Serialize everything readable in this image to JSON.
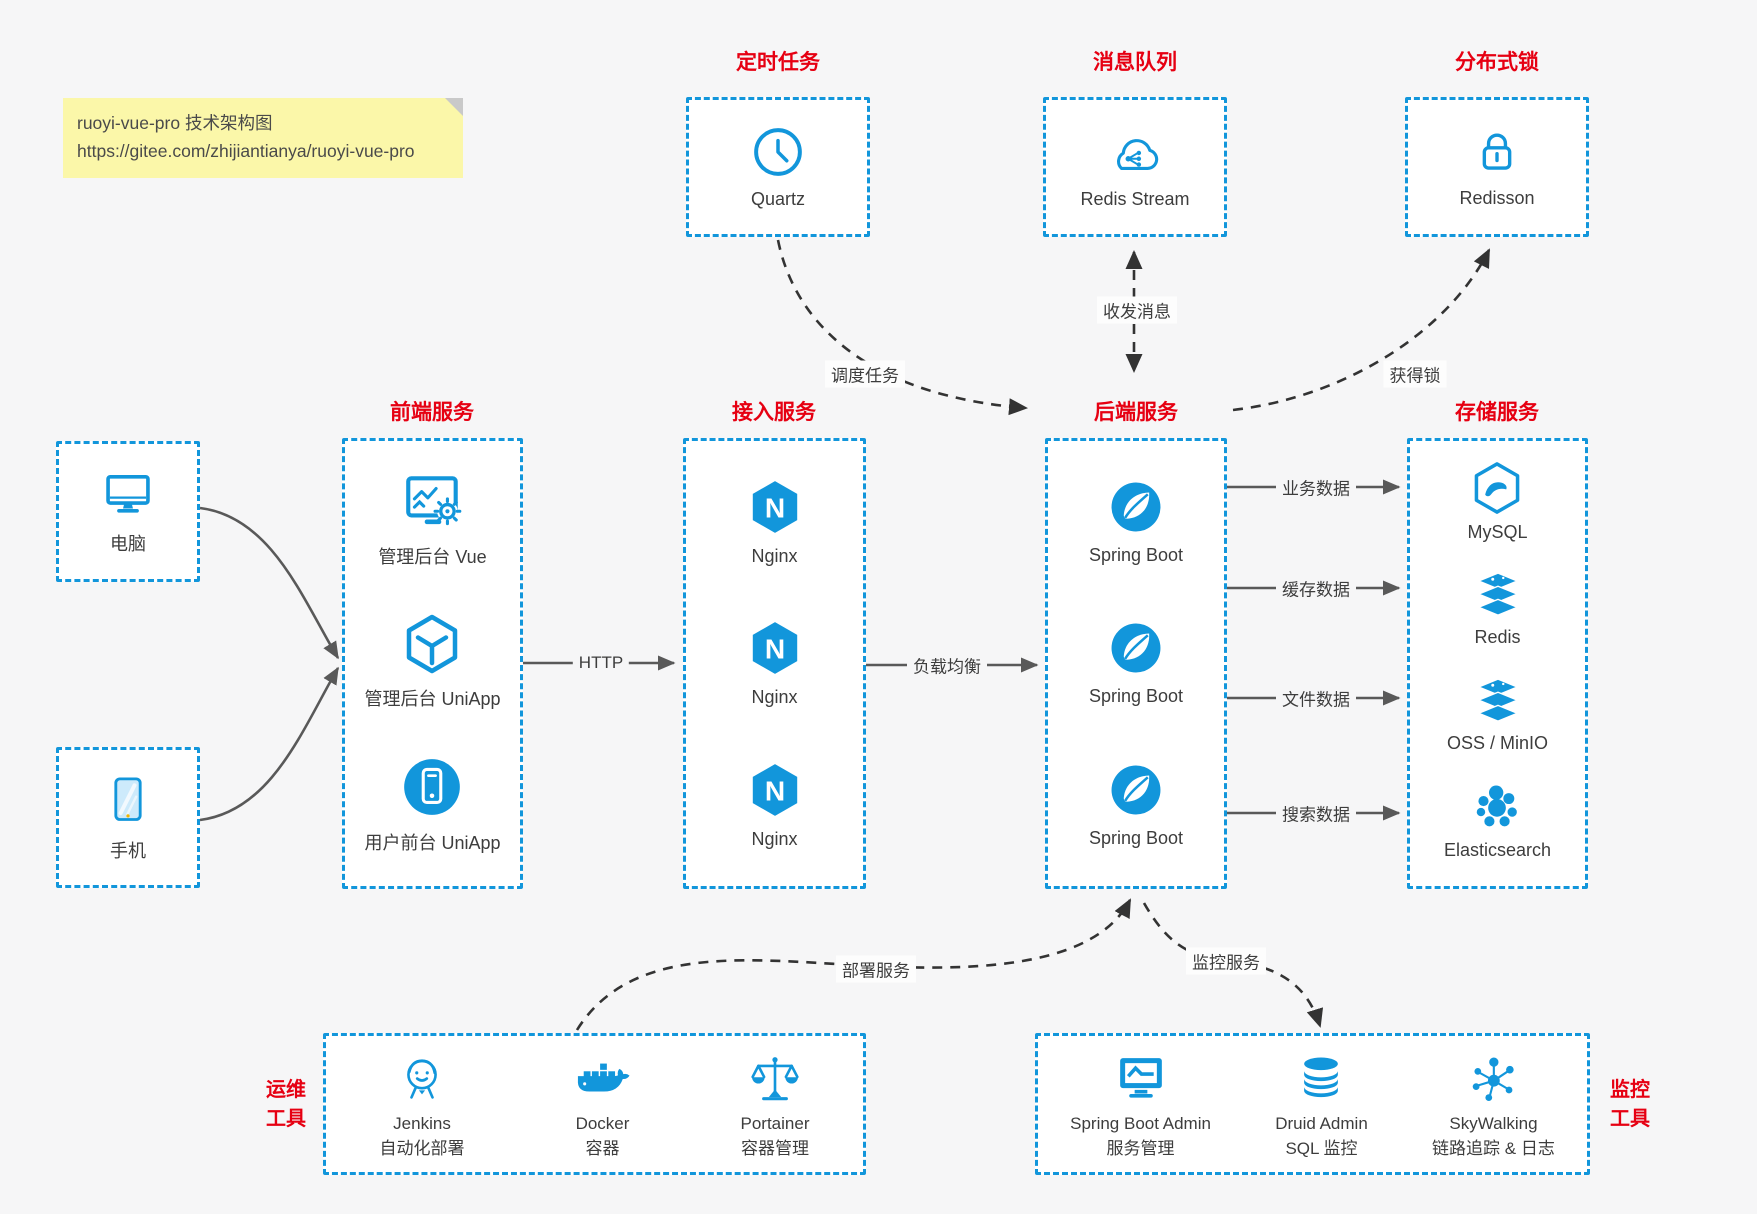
{
  "colors": {
    "accent_blue": "#1296db",
    "title_red": "#e60012",
    "solid_arrow_gray": "#595959",
    "dashed_arrow_dark": "#333333",
    "background": "#f6f6f7",
    "note_yellow": "#fbf7a9",
    "text_dark": "#3d3d3d"
  },
  "note": {
    "title": "ruoyi-vue-pro 技术架构图",
    "url": "https://gitee.com/zhijiantianya/ruoyi-vue-pro"
  },
  "top_services": [
    {
      "title": "定时任务",
      "label": "Quartz",
      "icon": "clock-icon"
    },
    {
      "title": "消息队列",
      "label": "Redis Stream",
      "icon": "message-cloud-icon"
    },
    {
      "title": "分布式锁",
      "label": "Redisson",
      "icon": "lock-icon"
    }
  ],
  "clients": [
    {
      "label": "电脑",
      "icon": "desktop-icon"
    },
    {
      "label": "手机",
      "icon": "phone-icon"
    }
  ],
  "tiers": [
    {
      "title": "前端服务",
      "items": [
        {
          "label": "管理后台 Vue",
          "icon": "admin-vue-icon"
        },
        {
          "label": "管理后台 UniApp",
          "icon": "uniapp-cube-icon"
        },
        {
          "label": "用户前台 UniApp",
          "icon": "mobile-app-icon"
        }
      ]
    },
    {
      "title": "接入服务",
      "items": [
        {
          "label": "Nginx",
          "icon": "nginx-icon"
        },
        {
          "label": "Nginx",
          "icon": "nginx-icon"
        },
        {
          "label": "Nginx",
          "icon": "nginx-icon"
        }
      ]
    },
    {
      "title": "后端服务",
      "items": [
        {
          "label": "Spring Boot",
          "icon": "spring-boot-icon"
        },
        {
          "label": "Spring Boot",
          "icon": "spring-boot-icon"
        },
        {
          "label": "Spring Boot",
          "icon": "spring-boot-icon"
        }
      ]
    },
    {
      "title": "存储服务",
      "items": [
        {
          "label": "MySQL",
          "icon": "mysql-icon"
        },
        {
          "label": "Redis",
          "icon": "redis-stack-icon"
        },
        {
          "label": "OSS / MinIO",
          "icon": "storage-stack-icon"
        },
        {
          "label": "Elasticsearch",
          "icon": "elasticsearch-icon"
        }
      ]
    }
  ],
  "ops_tools": {
    "title_line1": "运维",
    "title_line2": "工具",
    "items": [
      {
        "name": "Jenkins",
        "desc": "自动化部署",
        "icon": "jenkins-icon"
      },
      {
        "name": "Docker",
        "desc": "容器",
        "icon": "docker-icon"
      },
      {
        "name": "Portainer",
        "desc": "容器管理",
        "icon": "portainer-icon"
      }
    ]
  },
  "monitor_tools": {
    "title_line1": "监控",
    "title_line2": "工具",
    "items": [
      {
        "name": "Spring Boot Admin",
        "desc": "服务管理",
        "icon": "spring-boot-admin-icon"
      },
      {
        "name": "Druid Admin",
        "desc": "SQL 监控",
        "icon": "druid-icon"
      },
      {
        "name": "SkyWalking",
        "desc": "链路追踪 & 日志",
        "icon": "skywalking-icon"
      }
    ]
  },
  "edges": {
    "http": "HTTP",
    "load_balance": "负载均衡",
    "business_data": "业务数据",
    "cache_data": "缓存数据",
    "file_data": "文件数据",
    "search_data": "搜索数据",
    "schedule_task": "调度任务",
    "send_receive_message": "收发消息",
    "acquire_lock": "获得锁",
    "deploy_service": "部署服务",
    "monitor_service": "监控服务"
  }
}
